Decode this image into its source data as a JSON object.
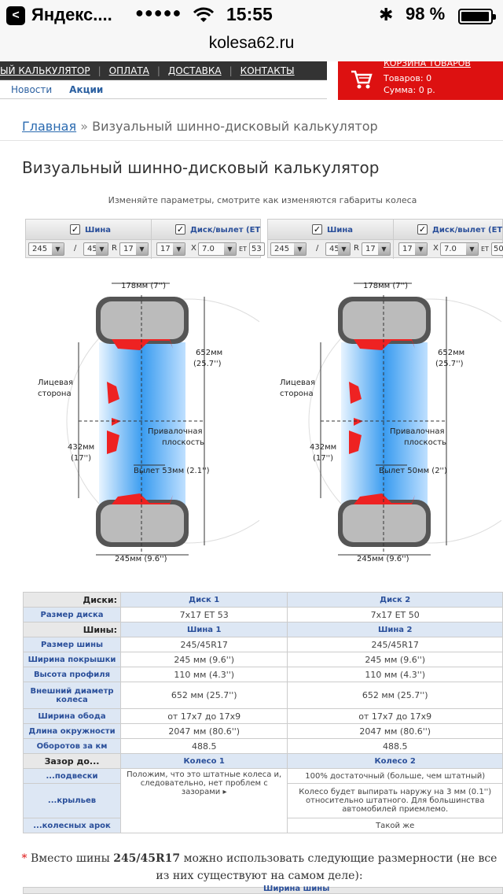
{
  "status": {
    "app": "Яндекс....",
    "signal": "●●●●●",
    "time": "15:55",
    "battery": "98 %"
  },
  "url": "kolesa62.ru",
  "nav": {
    "items": [
      "ЫЙ КАЛЬКУЛЯТОР",
      "ОПЛАТА",
      "ДОСТАВКА",
      "КОНТАКТЫ"
    ],
    "sub": [
      "Новости",
      "Акции"
    ]
  },
  "cart": {
    "title": "КОРЗИНА ТОВАРОВ",
    "items": "Товаров: 0",
    "sum": "Сумма: 0 р."
  },
  "breadcrumb": {
    "home": "Главная",
    "sep": "»",
    "current": "Визуальный шинно-дисковый калькулятор"
  },
  "title": "Визуальный шинно-дисковый калькулятор",
  "hint": "Изменяйте параметры, смотрите как изменяются габариты колеса",
  "panels": [
    {
      "tire_label": "Шина",
      "disk_label": "Диск/вылет (ET",
      "width": "245",
      "profile": "45",
      "r": "R",
      "radius": "17",
      "slash": "/",
      "disk_d": "17",
      "x": "X",
      "disk_w": "7.0",
      "et": "ET",
      "et_val": "53"
    },
    {
      "tire_label": "Шина",
      "disk_label": "Диск/вылет (ET",
      "width": "245",
      "profile": "45",
      "r": "R",
      "radius": "17",
      "slash": "/",
      "disk_d": "17",
      "x": "X",
      "disk_w": "7.0",
      "et": "ET",
      "et_val": "50"
    }
  ],
  "diagrams": [
    {
      "top_dim": "178мм (7'')",
      "diam_mm": "652мм",
      "diam_in": "(25.7'')",
      "face1": "Лицевая",
      "face2": "сторона",
      "rim_mm": "432мм",
      "rim_in": "(17'')",
      "mount1": "Привалочная",
      "mount2": "плоскость",
      "offset": "Вылет 53мм (2.1'')",
      "width": "245мм (9.6'')"
    },
    {
      "top_dim": "178мм (7'')",
      "diam_mm": "652мм",
      "diam_in": "(25.7'')",
      "face1": "Лицевая",
      "face2": "сторона",
      "rim_mm": "432мм",
      "rim_in": "(17'')",
      "mount1": "Привалочная",
      "mount2": "плоскость",
      "offset": "Вылет 50мм (2'')",
      "width": "245мм (9.6'')"
    }
  ],
  "table": {
    "disks": "Диски:",
    "disk1": "Диск 1",
    "disk2": "Диск 2",
    "disk_size": "Размер диска",
    "ds1": "7x17 ET 53",
    "ds2": "7x17 ET 50",
    "tires": "Шины:",
    "tire1": "Шина 1",
    "tire2": "Шина 2",
    "rows": [
      {
        "label": "Размер шины",
        "v1": "245/45R17",
        "v2": "245/45R17"
      },
      {
        "label": "Ширина покрышки",
        "v1": "245 мм (9.6'')",
        "v2": "245 мм (9.6'')"
      },
      {
        "label": "Высота профиля",
        "v1": "110 мм (4.3'')",
        "v2": "110 мм (4.3'')"
      },
      {
        "label": "Внешний диаметр колеса",
        "v1": "652 мм (25.7'')",
        "v2": "652 мм (25.7'')"
      },
      {
        "label": "Ширина обода",
        "v1": "от 17x7 до 17x9",
        "v2": "от 17x7 до 17x9"
      },
      {
        "label": "Длина окружности",
        "v1": "2047 мм (80.6'')",
        "v2": "2047 мм (80.6'')"
      },
      {
        "label": "Оборотов за км",
        "v1": "488.5",
        "v2": "488.5"
      }
    ],
    "gap": "Зазор до...",
    "wheel1": "Колесо 1",
    "wheel2": "Колесо 2",
    "susp": "...подвески",
    "wings": "...крыльев",
    "arches": "...колесных арок",
    "w1_text": "Положим, что это штатные колеса и, следовательно, нет проблем с зазорами",
    "w1_arrow": "▸",
    "w2_susp": "100% достаточный (больше, чем штатный)",
    "w2_wings": "Колесо будет выпирать наружу на 3 мм (0.1'') относительно штатного. Для большинства автомобилей приемлемо.",
    "w2_arches": "Такой же"
  },
  "note": {
    "star": "*",
    "pre": "Вместо шины",
    "tire": "245/45R17",
    "post": "можно использовать следующие размерности (не все из них существуют на самом деле):"
  },
  "bottom_header": "Ширина шины"
}
